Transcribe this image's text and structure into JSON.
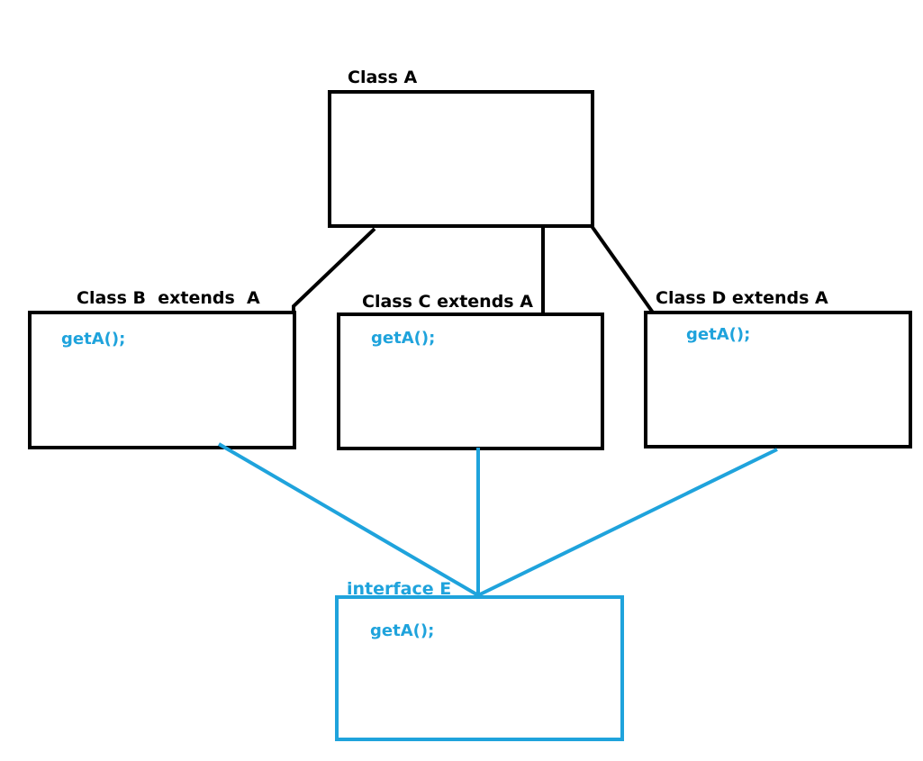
{
  "colors": {
    "class_stroke": "#000000",
    "interface_stroke": "#1fa3dc",
    "method_text": "#1fa3dc",
    "background": "#ffffff"
  },
  "nodes": {
    "class_a": {
      "label": "Class A"
    },
    "class_b": {
      "label": "Class B  extends  A",
      "method": "getA();"
    },
    "class_c": {
      "label": "Class C extends A",
      "method": "getA();"
    },
    "class_d": {
      "label": "Class D extends A",
      "method": "getA();"
    },
    "interface_e": {
      "label": "interface E",
      "method": "getA();"
    }
  },
  "edges": [
    {
      "from": "class_a",
      "to": "class_b",
      "kind": "extends"
    },
    {
      "from": "class_a",
      "to": "class_c",
      "kind": "extends"
    },
    {
      "from": "class_a",
      "to": "class_d",
      "kind": "extends"
    },
    {
      "from": "class_b",
      "to": "interface_e",
      "kind": "implements"
    },
    {
      "from": "class_c",
      "to": "interface_e",
      "kind": "implements"
    },
    {
      "from": "class_d",
      "to": "interface_e",
      "kind": "implements"
    }
  ]
}
